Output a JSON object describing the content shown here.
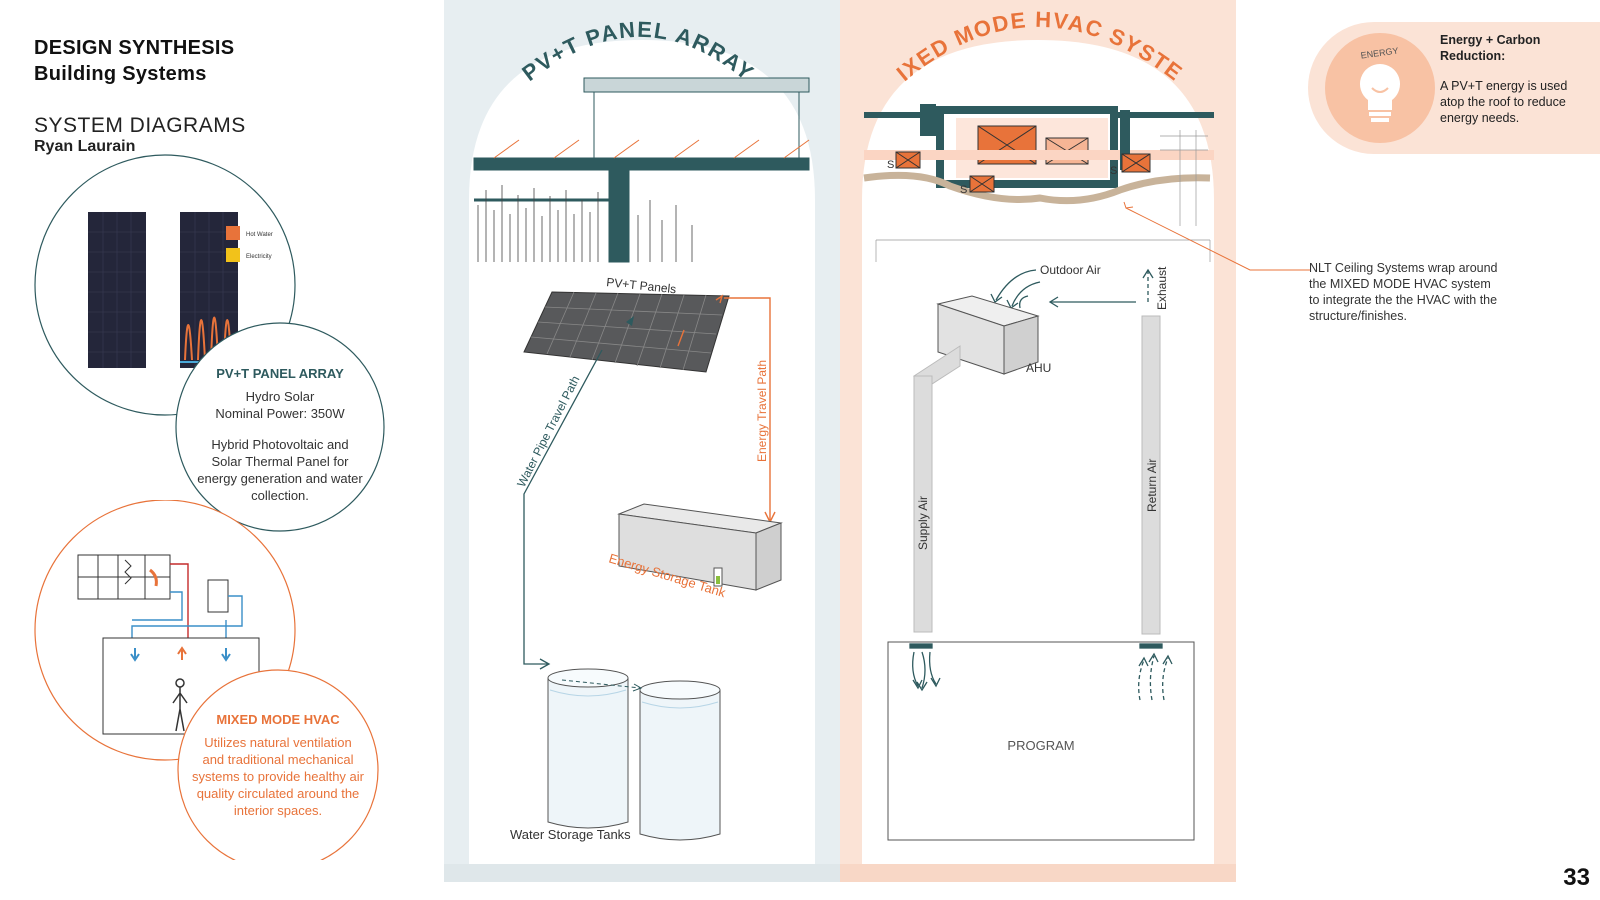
{
  "header": {
    "title_line1": "DESIGN SYNTHESIS",
    "title_line2": "Building Systems",
    "section_title": "SYSTEM DIAGRAMS",
    "author": "Ryan Laurain"
  },
  "page_number": "33",
  "pvt_card": {
    "title": "PV+T PANEL ARRAY",
    "line1": "Hydro Solar",
    "line2": "Nominal Power: 350W",
    "description": "Hybrid Photovoltaic and Solar Thermal Panel for energy generation and water collection.",
    "legend_hot_water": "Hot Water",
    "legend_electricity": "Electricity"
  },
  "hvac_card": {
    "title": "MIXED MODE HVAC",
    "description": "Utilizes natural ventilation and traditional mechanical systems to provide healthy air quality circulated around the interior spaces."
  },
  "pvt_diagram": {
    "arch_title": "PV+T PANEL ARRAY",
    "panels_label": "PV+T Panels",
    "water_path_label": "Water Pipe Travel Path",
    "energy_path_label": "Energy Travel Path",
    "storage_tank_label": "Energy Storage Tank",
    "water_tanks_label": "Water Storage Tanks"
  },
  "hvac_diagram": {
    "arch_title": "MIXED MODE HVAC SYSTEM",
    "outdoor_air_label": "Outdoor Air",
    "exhaust_label": "Exhaust",
    "ahu_label": "AHU",
    "supply_air_label": "Supply Air",
    "return_air_label": "Return Air",
    "program_label": "PROGRAM",
    "s_label": "S"
  },
  "nlt_note": "NLT Ceiling Systems wrap around the MIXED MODE HVAC system to integrate the the HVAC with the structure/finishes.",
  "energy_badge": {
    "icon_label": "ENERGY",
    "title": "Energy + Carbon Reduction:",
    "description": "A PV+T energy is used atop the roof to reduce energy needs."
  },
  "colors": {
    "orange": "#e8733a",
    "teal": "#2e5a5e",
    "peach": "#fbe3d6",
    "light_blue": "#e7eef1"
  }
}
